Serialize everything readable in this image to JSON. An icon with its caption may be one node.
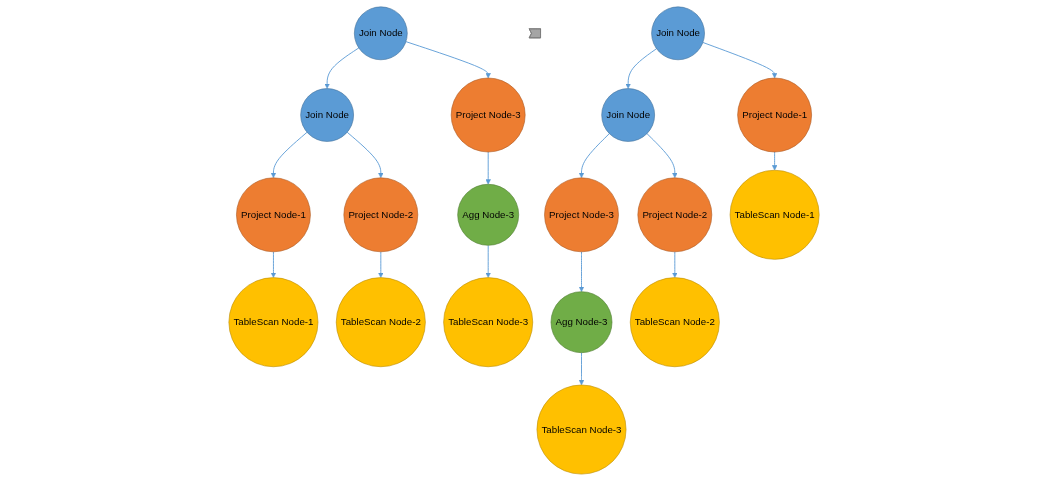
{
  "diagram": {
    "nodes": [
      {
        "text": [
          "Join Node"
        ]
      },
      {
        "text": [
          "Join Node"
        ]
      },
      {
        "text": [
          "Project Node-3"
        ]
      },
      {
        "text": [
          "Project Node-1"
        ]
      },
      {
        "text": [
          "Project Node-2"
        ]
      },
      {
        "text": [
          "Agg Node-3"
        ]
      },
      {
        "text": [
          "TableScan Node-1"
        ]
      },
      {
        "text": [
          "TableScan Node-2"
        ]
      },
      {
        "text": [
          "TableScan Node-3"
        ]
      },
      {
        "text": [],
        "shape": "arrow"
      },
      {
        "text": [
          "Join Node"
        ]
      },
      {
        "text": [
          "Project Node-1"
        ]
      },
      {
        "text": [
          "Join Node"
        ]
      },
      {
        "text": [
          "Project Node-3"
        ]
      },
      {
        "text": [
          "Project Node-2"
        ]
      },
      {
        "text": [
          "Agg Node-3"
        ]
      },
      {
        "text": [
          "TableScan Node-1"
        ]
      },
      {
        "text": [
          "TableScan Node-2"
        ]
      },
      {
        "text": [
          "TableScan Node-3"
        ]
      }
    ],
    "edges": [
      {
        "from": 0,
        "to": 1,
        "arrow": "to"
      },
      {
        "from": 0,
        "to": 2,
        "arrow": "to"
      },
      {
        "from": 1,
        "to": 3,
        "arrow": "to"
      },
      {
        "from": 1,
        "to": 4,
        "arrow": "to"
      },
      {
        "from": 2,
        "to": 5,
        "arrow": "to"
      },
      {
        "from": 3,
        "to": 6,
        "arrow": "to"
      },
      {
        "from": 4,
        "to": 7,
        "arrow": "to"
      },
      {
        "from": 5,
        "to": 8,
        "arrow": "to"
      },
      {
        "from": 10,
        "to": 11,
        "arrow": "to"
      },
      {
        "from": 10,
        "to": 12,
        "arrow": "to"
      },
      {
        "from": 12,
        "to": 14,
        "arrow": "to"
      },
      {
        "from": 12,
        "to": 13,
        "arrow": "to"
      },
      {
        "from": 11,
        "to": 16,
        "arrow": "to"
      },
      {
        "from": 14,
        "to": 17,
        "arrow": "to"
      },
      {
        "from": 13,
        "to": 15,
        "arrow": "to"
      },
      {
        "from": 15,
        "to": 18,
        "arrow": "to"
      }
    ]
  }
}
